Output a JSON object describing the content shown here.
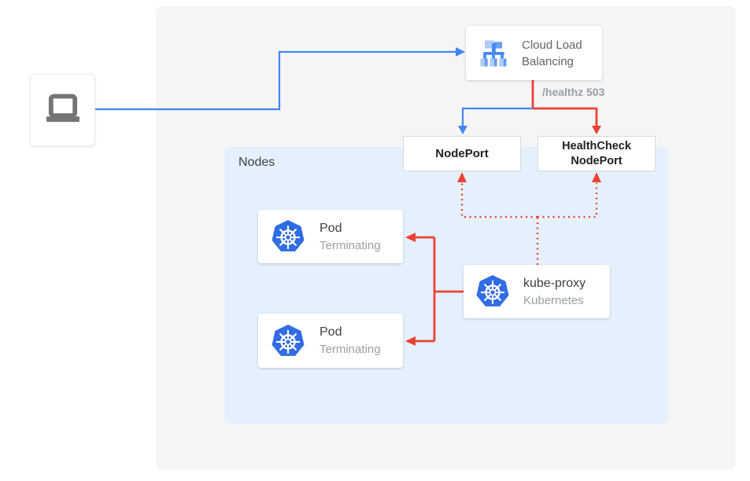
{
  "diagram": {
    "title_implicit": "Kubernetes external load balancer health-check diagram",
    "client": {
      "icon": "laptop-icon"
    },
    "cloud_load_balancing": {
      "icon": "cloud-load-balancing-icon",
      "label_line1": "Cloud Load",
      "label_line2": "Balancing"
    },
    "healthz_label": "/healthz 503",
    "nodeport": {
      "label": "NodePort"
    },
    "healthcheck_nodeport": {
      "label_line1": "HealthCheck",
      "label_line2": "NodePort"
    },
    "nodes_panel": {
      "label": "Nodes"
    },
    "pods": [
      {
        "icon": "kubernetes-icon",
        "title": "Pod",
        "status": "Terminating"
      },
      {
        "icon": "kubernetes-icon",
        "title": "Pod",
        "status": "Terminating"
      }
    ],
    "kube_proxy": {
      "icon": "kubernetes-icon",
      "title": "kube-proxy",
      "subtitle": "Kubernetes"
    },
    "colors": {
      "line_blue": "#4285F4",
      "line_red": "#EA4335",
      "panel_gray": "#F5F5F5",
      "panel_blue": "#E4F1FC",
      "kubernetes_blue": "#326CE5",
      "text_dark": "#202124",
      "text_gray": "#9AA0A6"
    }
  }
}
